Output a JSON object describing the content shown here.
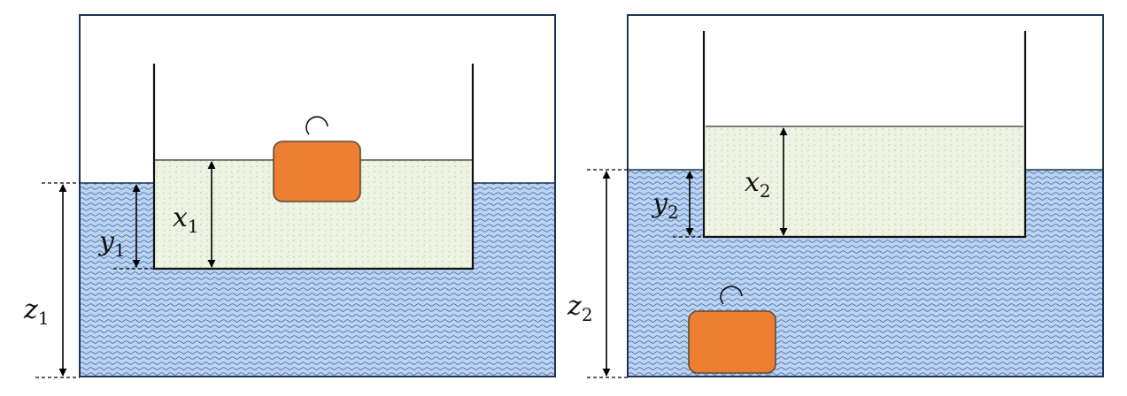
{
  "colors": {
    "water": "#bcd3ef",
    "water_wave": "#2f5fae",
    "liquid": "#eef3e4",
    "liquid_dots": "#c9d6a6",
    "block_fill": "#ed7d31",
    "block_stroke": "#5b4b3a",
    "outline": "#1f3450",
    "wall": "#111111",
    "arrow": "#000000"
  },
  "icons": [
    "weight-block-icon",
    "hook-icon",
    "double-arrow-icon"
  ],
  "panels": [
    {
      "labels": {
        "x": {
          "base": "x",
          "sub": "1"
        },
        "y": {
          "base": "y",
          "sub": "1"
        },
        "z": {
          "base": "z",
          "sub": "1"
        }
      }
    },
    {
      "labels": {
        "x": {
          "base": "x",
          "sub": "2"
        },
        "y": {
          "base": "y",
          "sub": "2"
        },
        "z": {
          "base": "z",
          "sub": "2"
        }
      }
    }
  ]
}
